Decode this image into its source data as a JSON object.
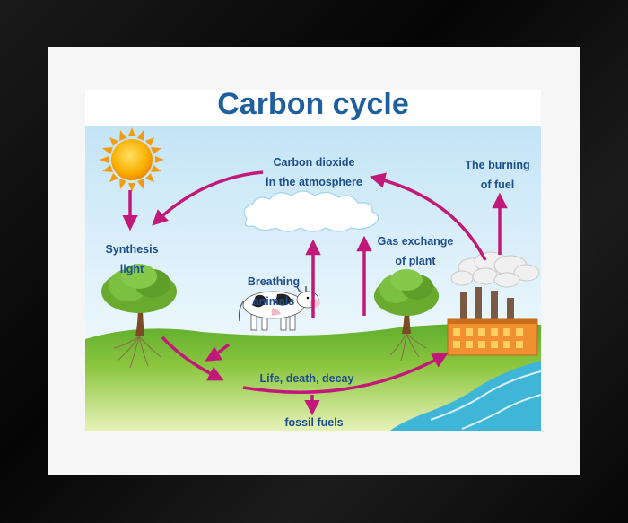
{
  "title": "Carbon cycle",
  "labels": {
    "co2_line1": "Carbon dioxide",
    "co2_line2": "in the atmosphere",
    "burning_line1": "The burning",
    "burning_line2": "of fuel",
    "synthesis_line1": "Synthesis",
    "synthesis_line2": "light",
    "gas_line1": "Gas exchange",
    "gas_line2": "of plant",
    "breathing_line1": "Breathing",
    "breathing_line2": "animals",
    "life": "Life, death, decay",
    "fossil": "fossil fuels"
  },
  "colors": {
    "title": "#1f5f9e",
    "label": "#1d4e8c",
    "arrow": "#c2187a",
    "sky": "#cfe9f7",
    "grass": "#7dc242",
    "water": "#3fb6d8",
    "sun": "#f7a400"
  }
}
